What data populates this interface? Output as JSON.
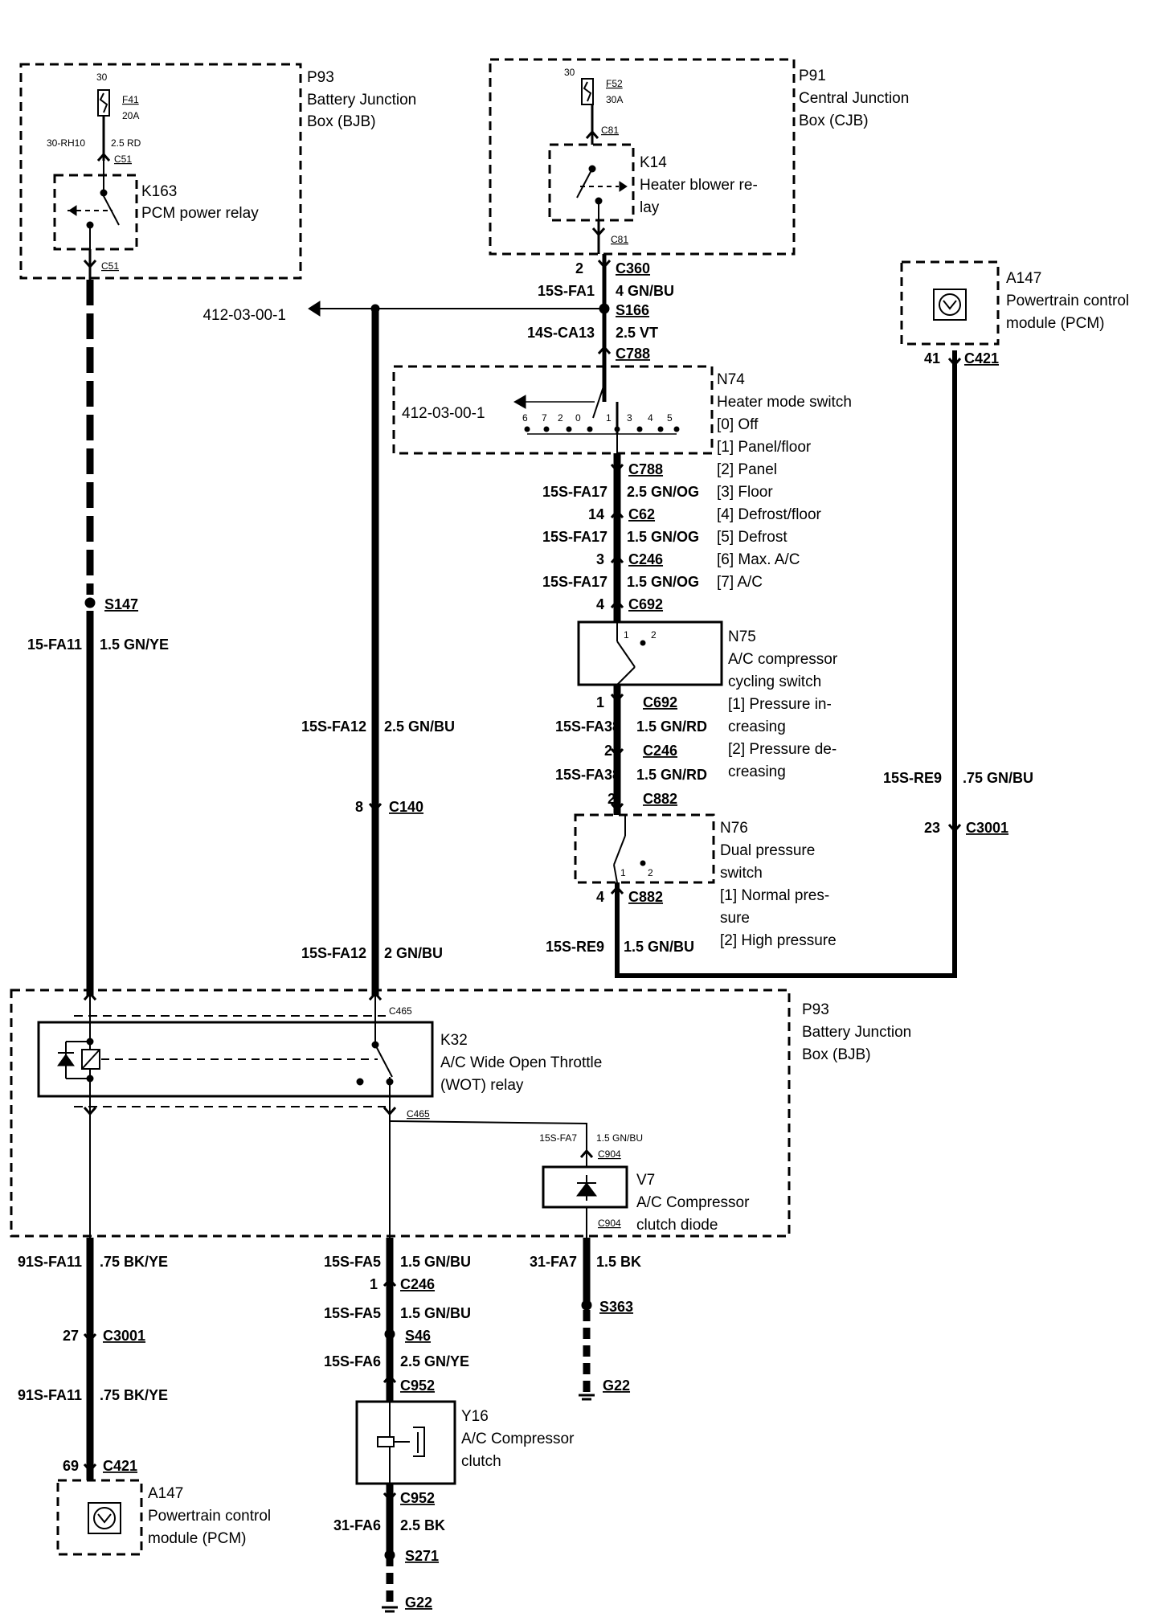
{
  "components": {
    "bjb_top": {
      "code": "P93",
      "line1": "Battery Junction",
      "line2": "Box (BJB)"
    },
    "cjb": {
      "code": "P91",
      "line1": "Central Junction",
      "line2": "Box (CJB)"
    },
    "f41": {
      "code": "F41",
      "rating": "20A",
      "pin": "30"
    },
    "f52": {
      "code": "F52",
      "rating": "30A",
      "pin": "30"
    },
    "k163": {
      "code": "K163",
      "name": "PCM power relay"
    },
    "k14": {
      "code": "K14",
      "line1": "Heater blower re-",
      "line2": "lay"
    },
    "a147_top": {
      "code": "A147",
      "line1": "Powertrain control",
      "line2": "module (PCM)"
    },
    "n74": {
      "code": "N74",
      "name": "Heater mode switch",
      "ref": "412-03-00-1",
      "positions": [
        "[0] Off",
        "[1] Panel/floor",
        "[2] Panel",
        "[3] Floor",
        "[4] Defrost/floor",
        "[5] Defrost",
        "[6] Max. A/C",
        "[7] A/C"
      ],
      "pin_labels": [
        "6",
        "7",
        "2",
        "0",
        "1",
        "3",
        "4",
        "5"
      ]
    },
    "n75": {
      "code": "N75",
      "lines": [
        "A/C compressor",
        "cycling switch",
        "[1] Pressure in-",
        "creasing",
        "[2] Pressure de-",
        "creasing"
      ],
      "pin1": "1",
      "pin2": "2"
    },
    "n76": {
      "code": "N76",
      "lines": [
        "Dual pressure",
        "switch",
        "[1] Normal pres-",
        "sure",
        "[2] High pressure"
      ],
      "pin1": "1",
      "pin2": "2"
    },
    "bjb_bottom": {
      "code": "P93",
      "line1": "Battery Junction",
      "line2": "Box (BJB)"
    },
    "k32": {
      "code": "K32",
      "line1": "A/C Wide Open Throttle",
      "line2": "(WOT) relay"
    },
    "v7": {
      "code": "V7",
      "line1": "A/C Compressor",
      "line2": "clutch diode"
    },
    "y16": {
      "code": "Y16",
      "line1": "A/C Compressor",
      "line2": "clutch"
    },
    "a147_bottom": {
      "code": "A147",
      "line1": "Powertrain control",
      "line2": "module (PCM)"
    }
  },
  "reference": "412-03-00-1",
  "wires": {
    "w1": {
      "circuit": "30-RH10",
      "spec": "2.5 RD"
    },
    "w2": {
      "circuit": "15-FA11",
      "spec": "1.5 GN/YE"
    },
    "w3": {
      "circuit": "15S-FA1",
      "spec": "4 GN/BU"
    },
    "w4": {
      "circuit": "14S-CA13",
      "spec": "2.5 VT"
    },
    "w5": {
      "circuit": "15S-FA17",
      "spec": "2.5 GN/OG"
    },
    "w6": {
      "circuit": "15S-FA17",
      "spec": "1.5 GN/OG"
    },
    "w7": {
      "circuit": "15S-FA17",
      "spec": "1.5 GN/OG"
    },
    "w8": {
      "circuit": "15S-FA38",
      "spec": "1.5 GN/RD"
    },
    "w9": {
      "circuit": "15S-FA38",
      "spec": "1.5 GN/RD"
    },
    "w10": {
      "circuit": "15S-RE9",
      "spec": "1.5 GN/BU"
    },
    "w11": {
      "circuit": "15S-FA12",
      "spec": "2.5 GN/BU"
    },
    "w12": {
      "circuit": "15S-FA12",
      "spec": "2 GN/BU"
    },
    "w13": {
      "circuit": "15S-RE9",
      "spec": ".75 GN/BU"
    },
    "w14": {
      "circuit": "15S-FA7",
      "spec": "1.5 GN/BU"
    },
    "w15": {
      "circuit": "91S-FA11",
      "spec": ".75 BK/YE"
    },
    "w16": {
      "circuit": "91S-FA11",
      "spec": ".75 BK/YE"
    },
    "w17": {
      "circuit": "15S-FA5",
      "spec": "1.5 GN/BU"
    },
    "w18": {
      "circuit": "15S-FA5",
      "spec": "1.5 GN/BU"
    },
    "w19": {
      "circuit": "15S-FA6",
      "spec": "2.5 GN/YE"
    },
    "w20": {
      "circuit": "31-FA7",
      "spec": "1.5 BK"
    },
    "w21": {
      "circuit": "31-FA6",
      "spec": "2.5 BK"
    }
  },
  "connectors": {
    "c51a": {
      "id": "C51",
      "pin": ""
    },
    "c51b": {
      "id": "C51",
      "pin": ""
    },
    "c81a": {
      "id": "C81",
      "pin": ""
    },
    "c81b": {
      "id": "C81",
      "pin": ""
    },
    "c360": {
      "id": "C360",
      "pin": "2"
    },
    "s166": {
      "id": "S166",
      "pin": ""
    },
    "c788a": {
      "id": "C788",
      "pin": ""
    },
    "c788b": {
      "id": "C788",
      "pin": ""
    },
    "c62": {
      "id": "C62",
      "pin": "14"
    },
    "c246a": {
      "id": "C246",
      "pin": "3"
    },
    "c692a": {
      "id": "C692",
      "pin": "4"
    },
    "c692b": {
      "id": "C692",
      "pin": "1"
    },
    "c246b": {
      "id": "C246",
      "pin": "2"
    },
    "c882a": {
      "id": "C882",
      "pin": "2"
    },
    "c882b": {
      "id": "C882",
      "pin": "4"
    },
    "c421top": {
      "id": "C421",
      "pin": "41"
    },
    "c3001a": {
      "id": "C3001",
      "pin": "23"
    },
    "s147": {
      "id": "S147",
      "pin": ""
    },
    "c140": {
      "id": "C140",
      "pin": "8"
    },
    "c465a": {
      "id": "C465",
      "pin": ""
    },
    "c465b": {
      "id": "C465",
      "pin": ""
    },
    "c904a": {
      "id": "C904",
      "pin": ""
    },
    "c904b": {
      "id": "C904",
      "pin": ""
    },
    "c3001b": {
      "id": "C3001",
      "pin": "27"
    },
    "c421bot": {
      "id": "C421",
      "pin": "69"
    },
    "c246c": {
      "id": "C246",
      "pin": "1"
    },
    "s46": {
      "id": "S46",
      "pin": ""
    },
    "c952a": {
      "id": "C952",
      "pin": ""
    },
    "c952b": {
      "id": "C952",
      "pin": ""
    },
    "s271": {
      "id": "S271",
      "pin": ""
    },
    "g22a": {
      "id": "G22",
      "pin": ""
    },
    "s363": {
      "id": "S363",
      "pin": ""
    },
    "g22b": {
      "id": "G22",
      "pin": ""
    }
  },
  "colors": {
    "ink": "#000000",
    "background": "#ffffff"
  }
}
